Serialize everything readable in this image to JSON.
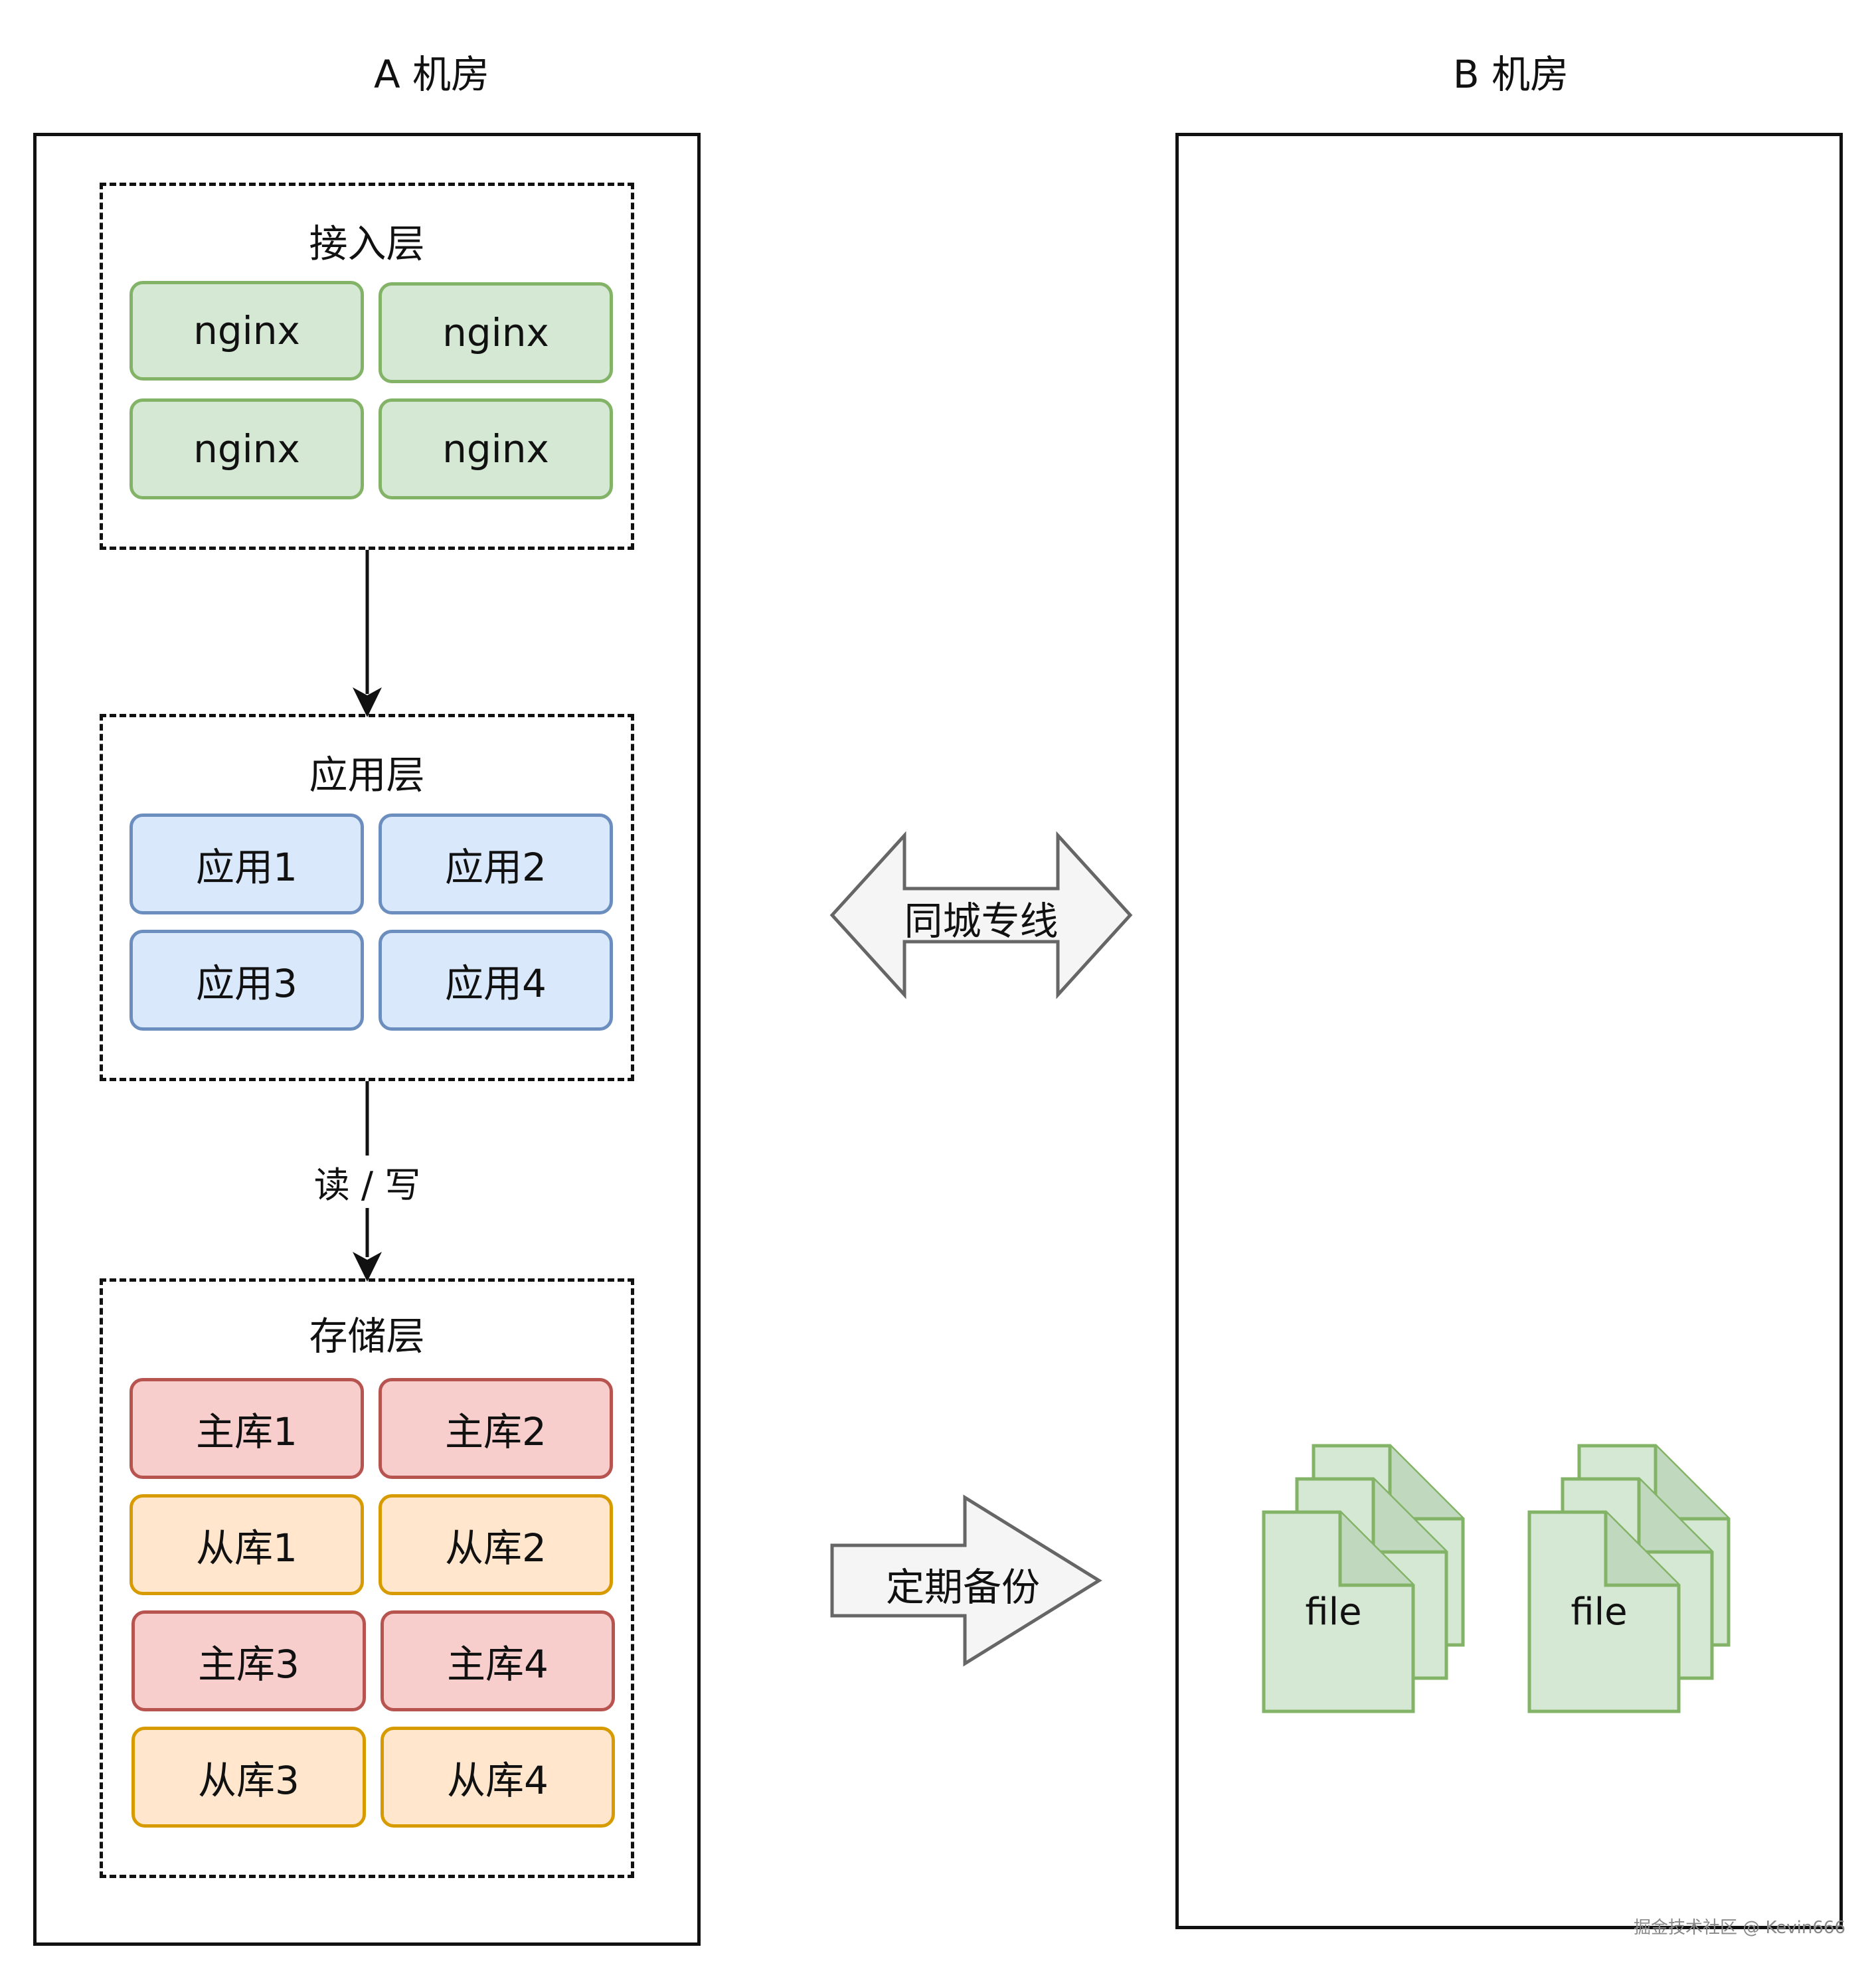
{
  "room_a": {
    "title": "A 机房"
  },
  "room_b": {
    "title": "B 机房"
  },
  "access_layer": {
    "title": "接入层",
    "nodes": [
      "nginx",
      "nginx",
      "nginx",
      "nginx"
    ]
  },
  "app_layer": {
    "title": "应用层",
    "nodes": [
      "应用1",
      "应用2",
      "应用3",
      "应用4"
    ]
  },
  "storage_layer": {
    "title": "存储层",
    "nodes": [
      "主库1",
      "主库2",
      "从库1",
      "从库2",
      "主库3",
      "主库4",
      "从库3",
      "从库4"
    ]
  },
  "edges": {
    "read_write_label": "读 / 写"
  },
  "links": {
    "dedicated_line": "同城专线",
    "backup": "定期备份"
  },
  "files": [
    "file",
    "file"
  ],
  "watermark": "掘金技术社区 @ Kevin666",
  "colors": {
    "green_fill": "#d5e8d4",
    "green_stroke": "#82b366",
    "blue_fill": "#dae8fc",
    "blue_stroke": "#6c8ebf",
    "red_fill": "#f8cecc",
    "red_stroke": "#b85450",
    "orange_fill": "#ffe6cc",
    "orange_stroke": "#d79b00",
    "arrow_fill": "#f5f5f5",
    "arrow_stroke": "#666666"
  }
}
